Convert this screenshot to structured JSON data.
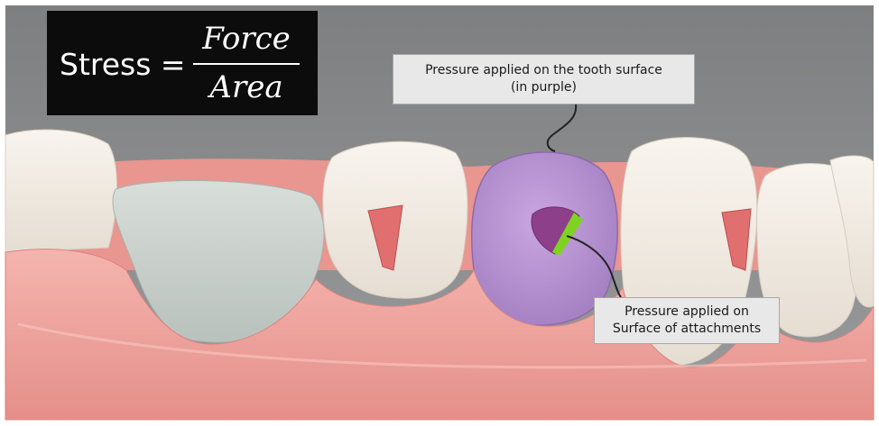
{
  "formula": {
    "lhs": "Stress =",
    "numerator": "Force",
    "denominator": "Area"
  },
  "callouts": {
    "tooth_surface": {
      "line1": "Pressure applied on the tooth surface",
      "line2": "(in purple)"
    },
    "attachments": {
      "line1": "Pressure applied on",
      "line2": "Surface of attachments"
    }
  },
  "colors": {
    "background": "#8a8b8c",
    "gum": "#f1a4a0",
    "tooth": "#f1ebe3",
    "pontic": "#cdd4d0",
    "highlight_tooth": "#b68fd0",
    "attachment": "#e26f6f",
    "attachment_edge": "#7ed321"
  }
}
